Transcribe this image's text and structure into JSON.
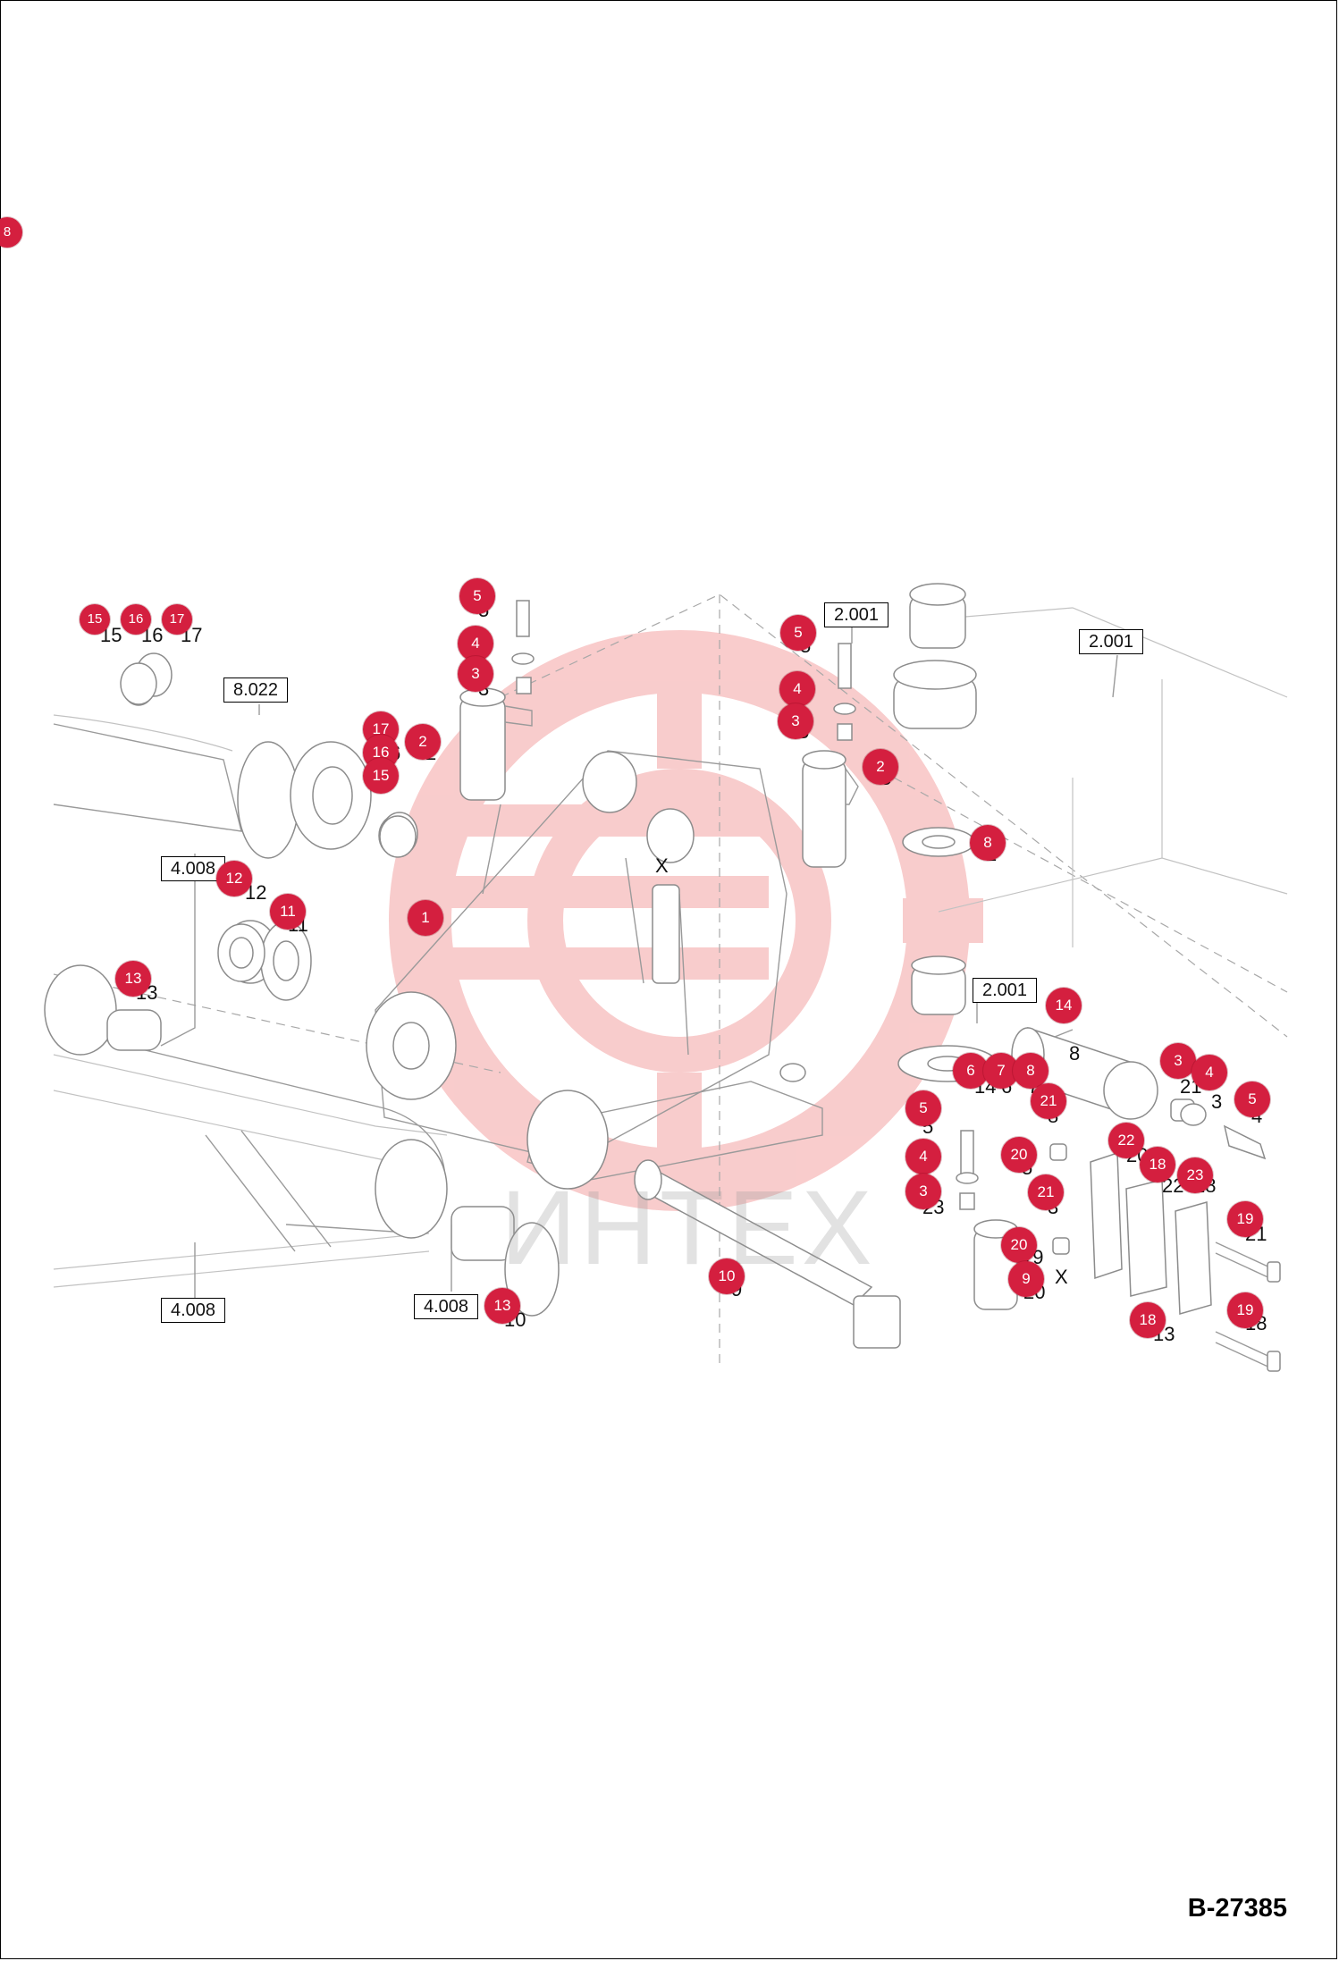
{
  "drawing_id": "B-27385",
  "watermark_text": "ИНТЕХ",
  "colors": {
    "badge": "#d41f3f",
    "line": "#9a9a9a",
    "watermark": "#f4a3a3"
  },
  "reference_boxes": [
    {
      "id": "ref-8022",
      "label": "8.022"
    },
    {
      "id": "ref-4008-a",
      "label": "4.008"
    },
    {
      "id": "ref-4008-b",
      "label": "4.008"
    },
    {
      "id": "ref-4008-c",
      "label": "4.008"
    },
    {
      "id": "ref-2001-a",
      "label": "2.001"
    },
    {
      "id": "ref-2001-b",
      "label": "2.001"
    },
    {
      "id": "ref-2001-c",
      "label": "2.001"
    }
  ],
  "badges": [
    "8",
    "15",
    "16",
    "17",
    "5",
    "4",
    "3",
    "17",
    "16",
    "15",
    "2",
    "1",
    "12",
    "11",
    "13",
    "5",
    "4",
    "3",
    "2",
    "8",
    "14",
    "6",
    "7",
    "8",
    "21",
    "3",
    "4",
    "5",
    "5",
    "20",
    "22",
    "18",
    "23",
    "4",
    "21",
    "3",
    "19",
    "20",
    "9",
    "10",
    "13",
    "18",
    "19"
  ],
  "callout_numbers": [
    "15",
    "16",
    "17",
    "5",
    "3",
    "2",
    "6",
    "5",
    "12",
    "11",
    "13",
    "5",
    "3",
    "2",
    "8",
    "14",
    "6",
    "7",
    "8",
    "21",
    "3",
    "4",
    "5",
    "5",
    "20",
    "22",
    "18",
    "23",
    "3",
    "21",
    "19",
    "20",
    "9",
    "10",
    "13",
    "18",
    "19"
  ],
  "x_marks": [
    "X",
    "X"
  ]
}
